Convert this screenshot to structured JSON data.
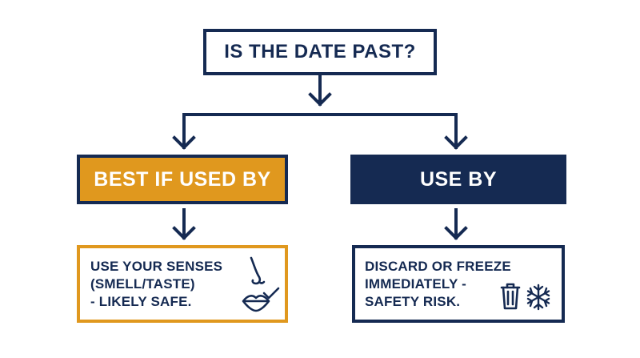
{
  "question": {
    "text": "IS THE DATE PAST?"
  },
  "branches": [
    {
      "label": "BEST IF USED BY",
      "outcome": "USE YOUR SENSES\n(SMELL/TASTE)\n- LIKELY SAFE.",
      "icons": [
        "nose-icon",
        "lips-icon",
        "checkmark-icon"
      ]
    },
    {
      "label": "USE BY",
      "outcome": "DISCARD OR FREEZE\nIMMEDIATELY -\nSAFETY RISK.",
      "icons": [
        "trash-can-icon",
        "snowflake-icon"
      ]
    }
  ],
  "colors": {
    "navy": "#152a52",
    "gold": "#e0981e",
    "background": "#ffffff"
  }
}
